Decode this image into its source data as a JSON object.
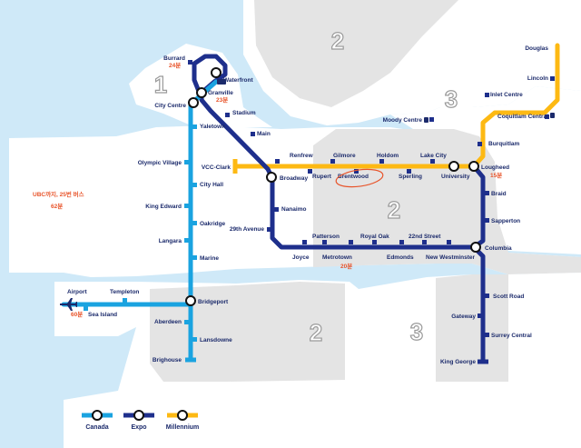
{
  "colors": {
    "water": "#cfe9f8",
    "land": "#ffffff",
    "zone2": "#e4e4e4",
    "canada": "#1aa3e0",
    "expo": "#1e2f8c",
    "millennium": "#fdb913",
    "annotation": "#e8542a",
    "label": "#1b2a6b"
  },
  "zones": [
    {
      "label": "2"
    },
    {
      "label": "3"
    },
    {
      "label": "2"
    },
    {
      "label": "2"
    },
    {
      "label": "3"
    },
    {
      "label": "1"
    }
  ],
  "stations": [
    {
      "name": "Burrard"
    },
    {
      "name": "Waterfront"
    },
    {
      "name": "Granville"
    },
    {
      "name": "City Centre"
    },
    {
      "name": "Stadium"
    },
    {
      "name": "Yaletown"
    },
    {
      "name": "Main"
    },
    {
      "name": "Olympic Village"
    },
    {
      "name": "VCC-Clark"
    },
    {
      "name": "Renfrew"
    },
    {
      "name": "Rupert"
    },
    {
      "name": "Gilmore"
    },
    {
      "name": "Brentwood"
    },
    {
      "name": "Holdom"
    },
    {
      "name": "Sperling"
    },
    {
      "name": "Lake City"
    },
    {
      "name": "University"
    },
    {
      "name": "Lougheed"
    },
    {
      "name": "Broadway"
    },
    {
      "name": "City Hall"
    },
    {
      "name": "King Edward"
    },
    {
      "name": "Oakridge"
    },
    {
      "name": "Nanaimo"
    },
    {
      "name": "29th Avenue"
    },
    {
      "name": "Langara"
    },
    {
      "name": "Marine"
    },
    {
      "name": "Joyce"
    },
    {
      "name": "Patterson"
    },
    {
      "name": "Metrotown"
    },
    {
      "name": "Royal Oak"
    },
    {
      "name": "Edmonds"
    },
    {
      "name": "22nd Street"
    },
    {
      "name": "New Westminster"
    },
    {
      "name": "Columbia"
    },
    {
      "name": "Braid"
    },
    {
      "name": "Sapperton"
    },
    {
      "name": "Burquitlam"
    },
    {
      "name": "Moody Centre"
    },
    {
      "name": "Inlet Centre"
    },
    {
      "name": "Coquitlam Central"
    },
    {
      "name": "Lincoln"
    },
    {
      "name": "Douglas"
    },
    {
      "name": "Scott Road"
    },
    {
      "name": "Gateway"
    },
    {
      "name": "Surrey Central"
    },
    {
      "name": "King George"
    },
    {
      "name": "Airport"
    },
    {
      "name": "Templeton"
    },
    {
      "name": "Sea Island"
    },
    {
      "name": "Bridgeport"
    },
    {
      "name": "Aberdeen"
    },
    {
      "name": "Lansdowne"
    },
    {
      "name": "Brighouse"
    }
  ],
  "annotations": {
    "burrard_time": "24분",
    "granville_time": "23분",
    "ubc_note_line1": "UBC까지, 25번 버스",
    "ubc_note_line2": "62분",
    "lougheed_time": "15분",
    "metrotown_time": "20분",
    "airport_time": "60분"
  },
  "legend": [
    {
      "name": "Canada"
    },
    {
      "name": "Expo"
    },
    {
      "name": "Millennium"
    }
  ]
}
